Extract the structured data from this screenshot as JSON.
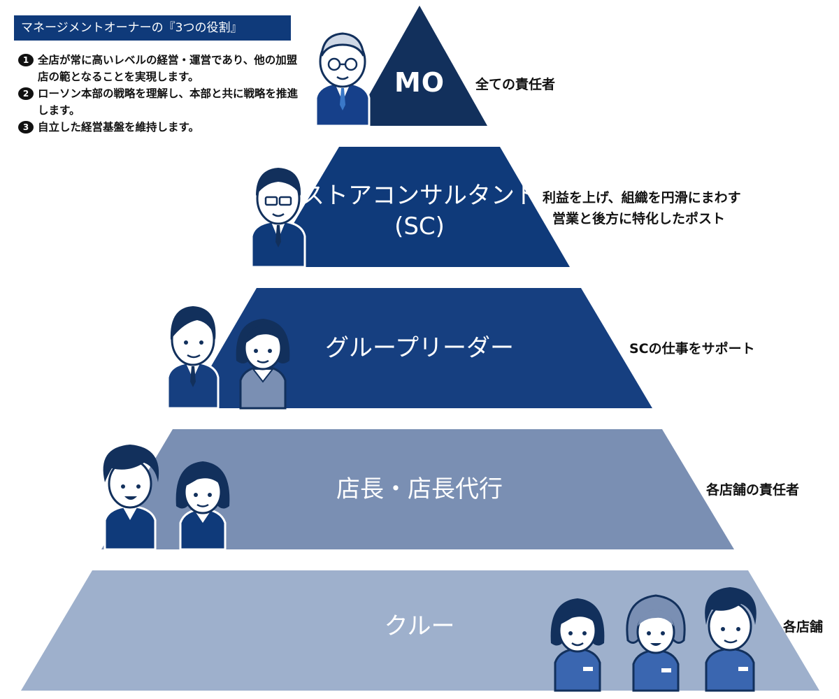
{
  "title": "マネージメントオーナーの『3つの役割』",
  "roles": [
    {
      "num": "1",
      "text": "全店が常に高いレベルの経営・運営であり、他の加盟店の範となることを実現します。"
    },
    {
      "num": "2",
      "text": "ローソン本部の戦略を理解し、本部と共に戦略を推進します。"
    },
    {
      "num": "3",
      "text": "自立した経営基盤を維持します。"
    }
  ],
  "tiers": [
    {
      "label": "MO",
      "description": "全ての責任者",
      "color": "#12305c"
    },
    {
      "label": "ストアコンサルタント",
      "label2": "(SC)",
      "description": "利益を上げ、組織を円滑にまわす",
      "description2": "営業と後方に特化したポスト",
      "color": "#0f3a7a"
    },
    {
      "label": "グループリーダー",
      "description": "SCの仕事をサポート",
      "color": "#163f80"
    },
    {
      "label": "店長・店長代行",
      "description": "各店舗の責任者",
      "color": "#7a8fb3"
    },
    {
      "label": "クルー",
      "description": "各店舗",
      "color": "#9eb0cc"
    }
  ],
  "colors": {
    "dark_navy": "#12305c",
    "navy": "#0f3a7a",
    "slate": "#7a8fb3",
    "light_slate": "#9eb0cc",
    "title_bg": "#0f3a7a"
  },
  "icons": [
    "manager-elder-icon",
    "consultant-icon",
    "group-leader-man-icon",
    "group-leader-woman-icon",
    "store-manager-man-icon",
    "store-manager-woman-icon",
    "crew-woman-icon",
    "crew-older-woman-icon",
    "crew-man-icon"
  ]
}
